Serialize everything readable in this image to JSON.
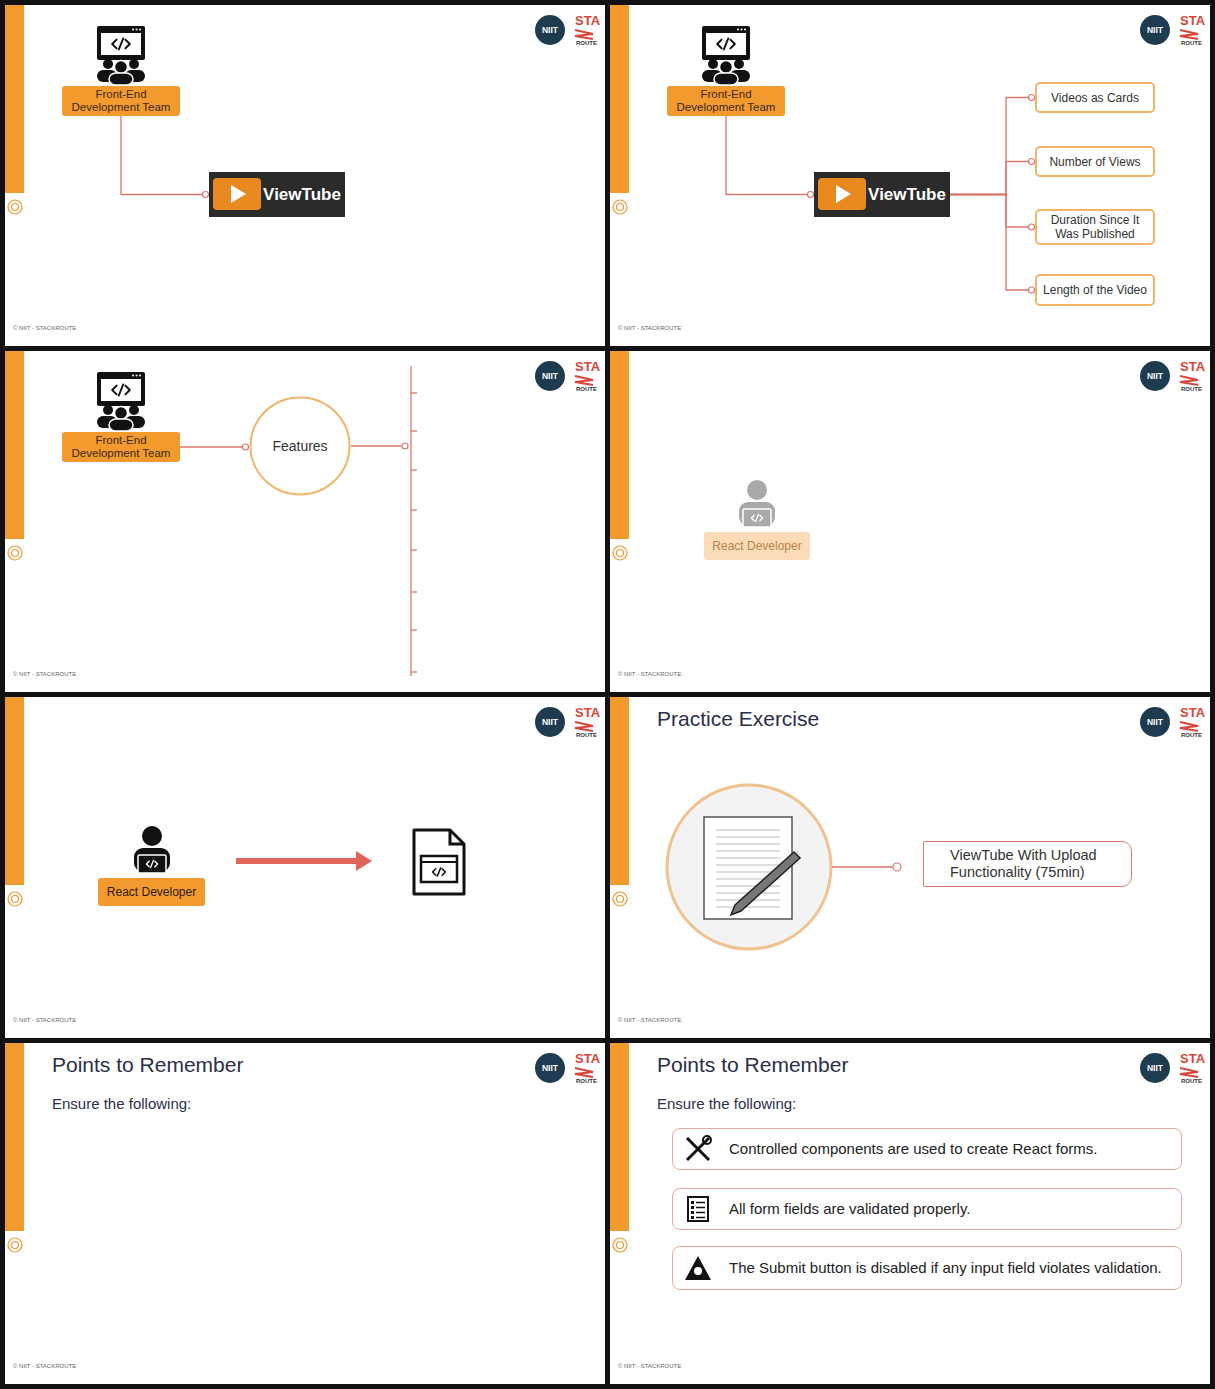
{
  "diagram": {
    "nodes": [
      {
        "text": [
          "Front-End Development Team"
        ]
      },
      {
        "text": [
          "ViewTube"
        ]
      },
      {
        "text": [
          "Front-End Development Team"
        ]
      },
      {
        "text": [
          "ViewTube"
        ]
      },
      {
        "text": [
          "Videos as Cards"
        ]
      },
      {
        "text": [
          "Number of Views"
        ]
      },
      {
        "text": [
          "Duration Since It Was Published"
        ]
      },
      {
        "text": [
          "Length of the Video"
        ]
      },
      {
        "text": [
          "Front-End Development Team"
        ]
      },
      {
        "text": [
          "Features"
        ]
      },
      {
        "text": [
          "React Developer"
        ]
      },
      {
        "text": [
          "React Developer"
        ]
      },
      {
        "text": [
          "ViewTube With Upload Functionality (75min)"
        ]
      },
      {
        "text": [
          "Controlled components are used to create React forms."
        ]
      },
      {
        "text": [
          "All form fields are validated properly."
        ]
      },
      {
        "text": [
          "The Submit button is disabled if any input field violates validation."
        ]
      }
    ],
    "edges": [
      {
        "from": 0,
        "to": 1,
        "arrow": "none"
      },
      {
        "from": 2,
        "to": 3,
        "arrow": "none"
      },
      {
        "from": 3,
        "to": 4,
        "arrow": "none"
      },
      {
        "from": 3,
        "to": 5,
        "arrow": "none"
      },
      {
        "from": 3,
        "to": 6,
        "arrow": "none"
      },
      {
        "from": 3,
        "to": 7,
        "arrow": "none"
      },
      {
        "from": 8,
        "to": 9,
        "arrow": "none"
      }
    ],
    "labels": [
      "NIIT",
      "STA",
      "ROUTE",
      "© NIIT - STACKROUTE",
      "NIIT",
      "STA",
      "ROUTE",
      "© NIIT - STACKROUTE",
      "NIIT",
      "STA",
      "ROUTE",
      "© NIIT - STACKROUTE",
      "NIIT",
      "STA",
      "ROUTE",
      "© NIIT - STACKROUTE",
      "NIIT",
      "STA",
      "ROUTE",
      "© NIIT - STACKROUTE",
      "NIIT",
      "STA",
      "ROUTE",
      "© NIIT - STACKROUTE",
      "NIIT",
      "STA",
      "ROUTE",
      "© NIIT - STACKROUTE",
      "NIIT",
      "STA",
      "ROUTE",
      "© NIIT - STACKROUTE",
      "Practice Exercise",
      "Points to Remember",
      "Ensure the following:",
      "Points to Remember",
      "Ensure the following:"
    ]
  }
}
